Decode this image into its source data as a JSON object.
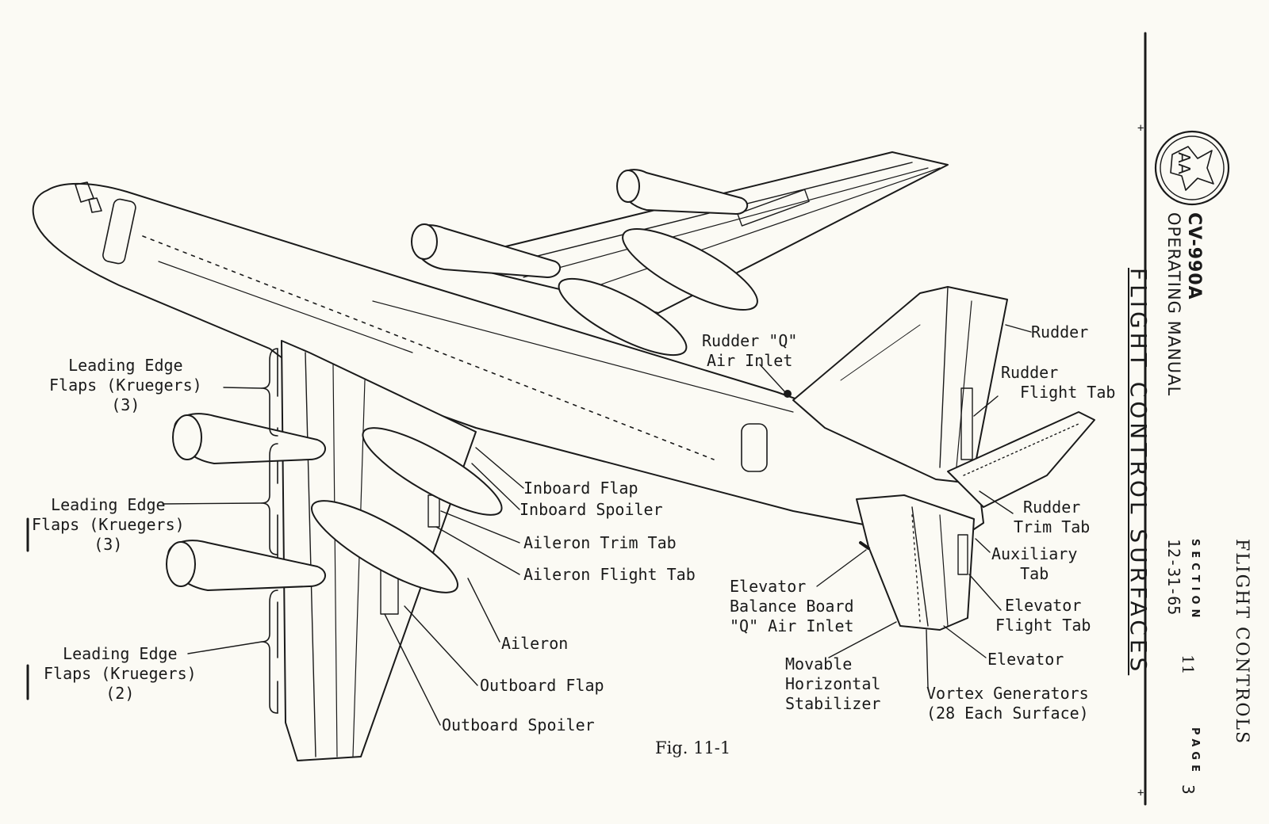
{
  "header": {
    "logo_icon": "american-airlines-eagle-logo",
    "logo_letters": "AA",
    "aircraft_model": "CV-990A",
    "manual_name": "OPERATING MANUAL",
    "page_title": "FLIGHT CONTROL SURFACES",
    "section_label": "SECTION",
    "section_number": "11",
    "revision_date": "12-31-65",
    "page_label": "PAGE",
    "page_number": "3",
    "chapter_title": "FLIGHT CONTROLS"
  },
  "figure": {
    "caption": "Fig. 11-1",
    "callouts": {
      "le_flaps_1": [
        "Leading Edge",
        "Flaps (Kruegers)",
        "(3)"
      ],
      "le_flaps_2": [
        "Leading Edge",
        "Flaps (Kruegers)",
        "(3)"
      ],
      "le_flaps_3": [
        "Leading Edge",
        "Flaps (Kruegers)",
        "(2)"
      ],
      "rudder_q_inlet": [
        "Rudder \"Q\"",
        "Air Inlet"
      ],
      "rudder": "Rudder",
      "rudder_flight_tab": [
        "Rudder",
        "Flight Tab"
      ],
      "inboard_flap": "Inboard Flap",
      "inboard_spoiler": "Inboard Spoiler",
      "aileron_trim_tab": "Aileron Trim Tab",
      "aileron_flight_tab": "Aileron Flight Tab",
      "aileron": "Aileron",
      "outboard_flap": "Outboard Flap",
      "outboard_spoiler": "Outboard Spoiler",
      "rudder_trim_tab": [
        "Rudder",
        "Trim Tab"
      ],
      "auxiliary_tab": [
        "Auxiliary",
        "Tab"
      ],
      "elevator_flight_tab": [
        "Elevator",
        "Flight Tab"
      ],
      "elevator_balance_board": [
        "Elevator",
        "Balance Board",
        "\"Q\" Air Inlet"
      ],
      "elevator": "Elevator",
      "movable_stabilizer": [
        "Movable",
        "Horizontal",
        "Stabilizer"
      ],
      "vortex_generators": [
        "Vortex Generators",
        "(28 Each Surface)"
      ]
    }
  },
  "colors": {
    "paper": "#fbfaf4",
    "ink": "#1a1a1a"
  }
}
